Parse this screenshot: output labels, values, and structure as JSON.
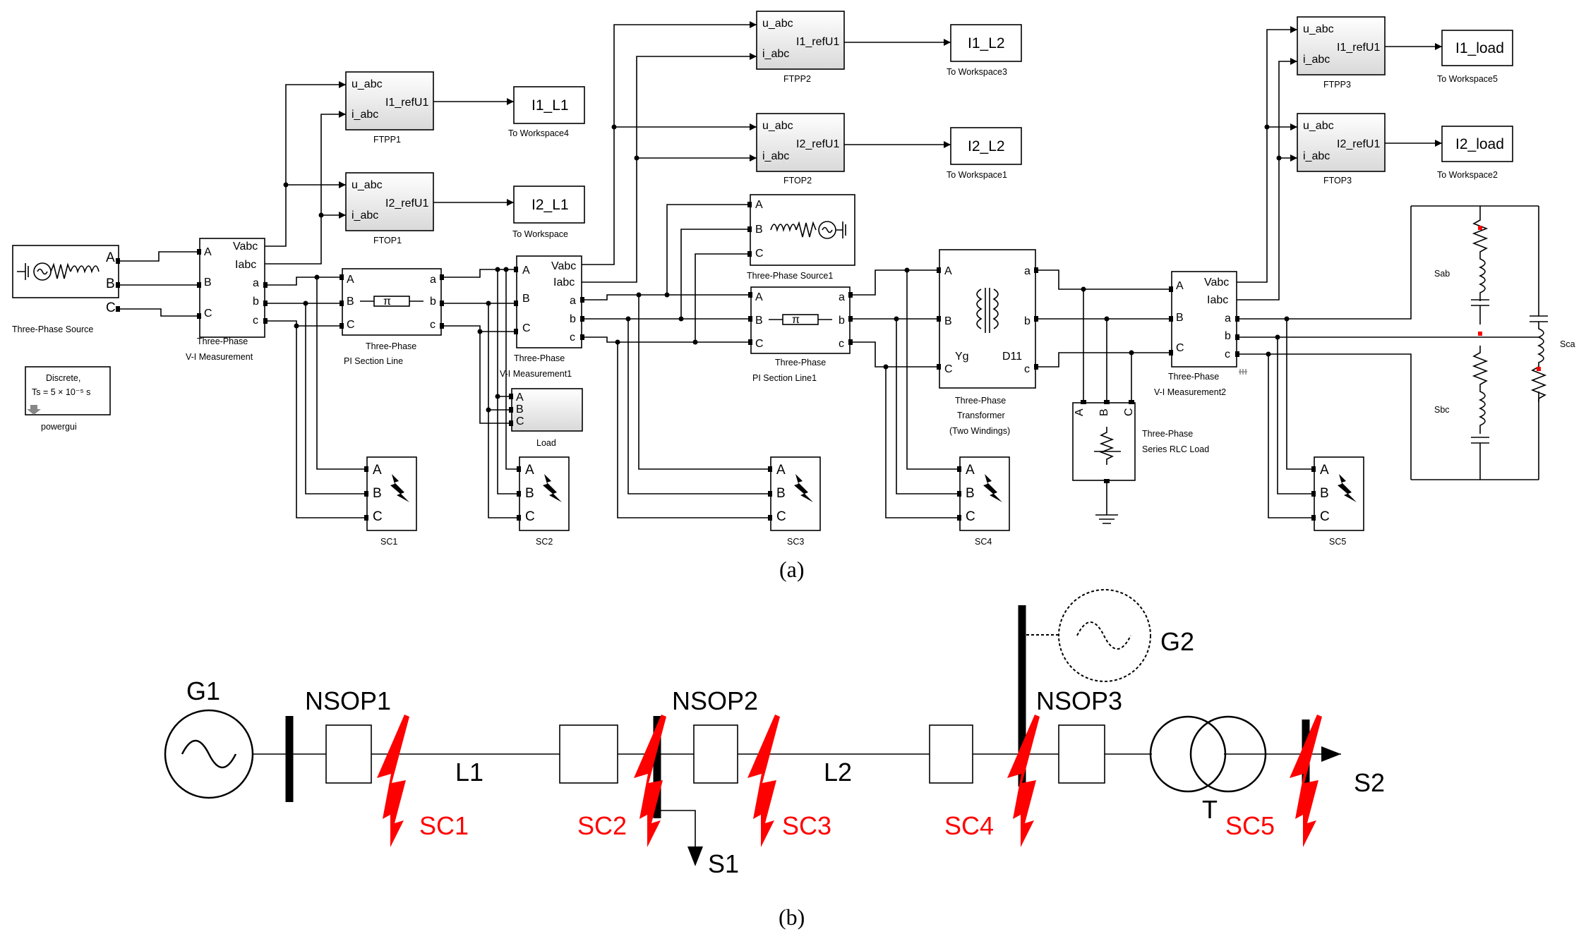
{
  "subfig_a": {
    "caption": "(a)",
    "source": {
      "caption": "Three-Phase Source",
      "ports": [
        "A",
        "B",
        "C"
      ]
    },
    "powergui": {
      "line1": "Discrete,",
      "line2": "Ts = 5 × 10⁻⁵ s",
      "caption": "powergui"
    },
    "vi1": {
      "caption1": "Three-Phase",
      "caption2": "V-I Measurement",
      "in_ports": [
        "A",
        "B",
        "C"
      ],
      "out_ports": [
        "Vabc",
        "Iabc",
        "a",
        "b",
        "c"
      ]
    },
    "vi2": {
      "caption1": "Three-Phase",
      "caption2": "V-I Measurement1",
      "in_ports": [
        "A",
        "B",
        "C"
      ],
      "out_ports": [
        "Vabc",
        "Iabc",
        "a",
        "b",
        "c"
      ]
    },
    "vi3": {
      "caption1": "Three-Phase",
      "caption2": "V-I Measurement2",
      "in_ports": [
        "A",
        "B",
        "C"
      ],
      "out_ports": [
        "Vabc",
        "Iabc",
        "a",
        "b",
        "c"
      ]
    },
    "line1": {
      "caption1": "Three-Phase",
      "caption2": "PI Section Line",
      "in_ports": [
        "A",
        "B",
        "C"
      ],
      "out_ports": [
        "a",
        "b",
        "c"
      ]
    },
    "line2": {
      "caption1": "Three-Phase",
      "caption2": "PI Section Line1",
      "in_ports": [
        "A",
        "B",
        "C"
      ],
      "out_ports": [
        "a",
        "b",
        "c"
      ]
    },
    "source1": {
      "caption": "Three-Phase Source1",
      "ports": [
        "A",
        "B",
        "C"
      ]
    },
    "load": {
      "caption": "Load",
      "ports": [
        "A",
        "B",
        "C"
      ]
    },
    "transformer": {
      "caption1": "Three-Phase",
      "caption2": "Transformer",
      "caption3": "(Two Windings)",
      "in_ports": [
        "A",
        "B",
        "C"
      ],
      "out_ports": [
        "a",
        "b",
        "c"
      ],
      "yg": "Yg",
      "d11": "D11"
    },
    "rlc_load": {
      "caption1": "Three-Phase",
      "caption2": "Series RLC Load",
      "ports": [
        "A",
        "B",
        "C"
      ]
    },
    "ftpp1": {
      "in_ports": [
        "u_abc",
        "i_abc"
      ],
      "out": "I1_refU1",
      "caption": "FTPP1"
    },
    "ftop1": {
      "in_ports": [
        "u_abc",
        "i_abc"
      ],
      "out": "I2_refU1",
      "caption": "FTOP1"
    },
    "ftpp2": {
      "in_ports": [
        "u_abc",
        "i_abc"
      ],
      "out": "I1_refU1",
      "caption": "FTPP2"
    },
    "ftop2": {
      "in_ports": [
        "u_abc",
        "i_abc"
      ],
      "out": "I2_refU1",
      "caption": "FTOP2"
    },
    "ftpp3": {
      "in_ports": [
        "u_abc",
        "i_abc"
      ],
      "out": "I1_refU1",
      "caption": "FTPP3"
    },
    "ftop3": {
      "in_ports": [
        "u_abc",
        "i_abc"
      ],
      "out": "I2_refU1",
      "caption": "FTOP3"
    },
    "ws4": {
      "name": "I1_L1",
      "caption": "To Workspace4"
    },
    "ws": {
      "name": "I2_L1",
      "caption": "To Workspace"
    },
    "ws3": {
      "name": "I1_L2",
      "caption": "To Workspace3"
    },
    "ws1": {
      "name": "I2_L2",
      "caption": "To Workspace1"
    },
    "ws5": {
      "name": "I1_load",
      "caption": "To Workspace5"
    },
    "ws2": {
      "name": "I2_load",
      "caption": "To Workspace2"
    },
    "faults": [
      {
        "caption": "SC1",
        "ports": [
          "A",
          "B",
          "C"
        ]
      },
      {
        "caption": "SC2",
        "ports": [
          "A",
          "B",
          "C"
        ]
      },
      {
        "caption": "SC3",
        "ports": [
          "A",
          "B",
          "C"
        ]
      },
      {
        "caption": "SC4",
        "ports": [
          "A",
          "B",
          "C"
        ]
      },
      {
        "caption": "SC5",
        "ports": [
          "A",
          "B",
          "C"
        ]
      }
    ],
    "delta_load": {
      "sab": "Sab",
      "sbc": "Sbc",
      "sca": "Sca"
    }
  },
  "subfig_b": {
    "caption": "(b)",
    "g1": "G1",
    "g2": "G2",
    "nsop1": "NSOP1",
    "nsop2": "NSOP2",
    "nsop3": "NSOP3",
    "l1": "L1",
    "l2": "L2",
    "t": "T",
    "s1": "S1",
    "s2": "S2",
    "sc": [
      "SC1",
      "SC2",
      "SC3",
      "SC4",
      "SC5"
    ],
    "fault_color": "#ff0000"
  }
}
